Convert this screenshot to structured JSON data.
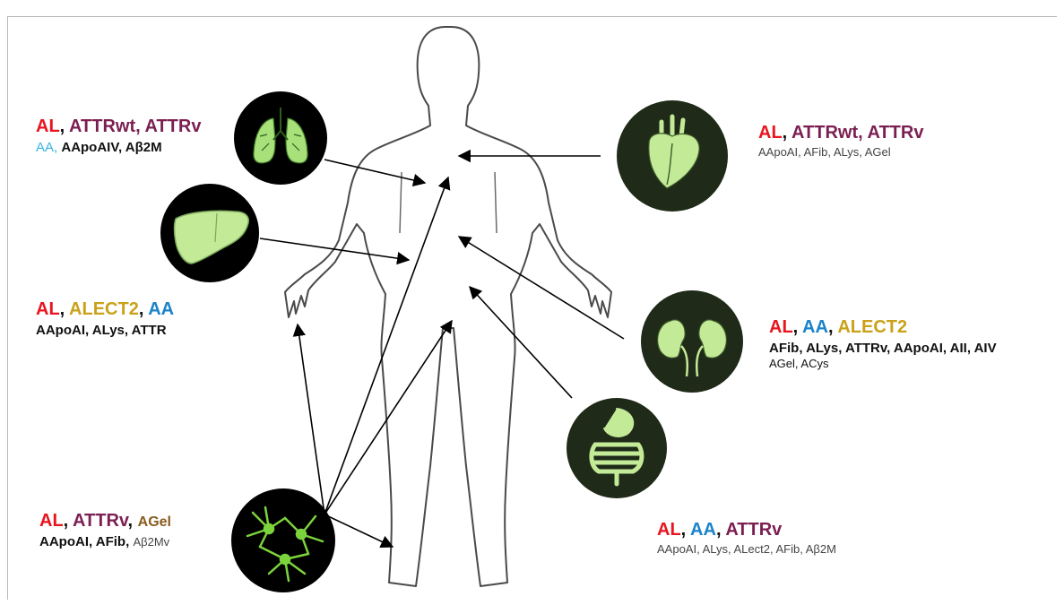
{
  "colors": {
    "AL": "#e8141f",
    "ATTR": "#7b1f52",
    "AA": "#1a83c9",
    "AA_lung": "#36b3e0",
    "ALECT2": "#c9a21a",
    "AGel": "#8a5a1e",
    "organ_fill": "#c3ea97",
    "circle_bg": "#000000"
  },
  "organs": {
    "lungs": {
      "icon": "lungs-icon",
      "line1": [
        {
          "text": "AL",
          "color": "red"
        },
        {
          "text": ", ",
          "color": "black"
        },
        {
          "text": "ATTRwt",
          "color": "purple"
        },
        {
          "text": ", ",
          "color": "purple"
        },
        {
          "text": "ATTRv",
          "color": "purple"
        }
      ],
      "line2": [
        {
          "text": "AA, ",
          "color": "cyan"
        },
        {
          "text": "AApoAIV, Aβ2M",
          "color": "black"
        }
      ]
    },
    "liver": {
      "icon": "liver-icon",
      "line1": [
        {
          "text": "AL",
          "color": "red"
        },
        {
          "text": ", ",
          "color": "black"
        },
        {
          "text": "ALECT2",
          "color": "gold"
        },
        {
          "text": ", ",
          "color": "black"
        },
        {
          "text": "AA",
          "color": "blue"
        }
      ],
      "line2": [
        {
          "text": "AApoAI, ALys, ATTR",
          "color": "black"
        }
      ]
    },
    "heart": {
      "icon": "heart-icon",
      "line1": [
        {
          "text": "AL",
          "color": "red"
        },
        {
          "text": ", ",
          "color": "black"
        },
        {
          "text": "ATTRwt",
          "color": "purple"
        },
        {
          "text": ", ",
          "color": "purple"
        },
        {
          "text": "ATTRv",
          "color": "purple"
        }
      ],
      "line2": [
        {
          "text": "AApoAI, AFib, ALys, AGel",
          "color": "dark"
        }
      ]
    },
    "kidneys": {
      "icon": "kidneys-icon",
      "line1": [
        {
          "text": "AL",
          "color": "red"
        },
        {
          "text": ", ",
          "color": "black"
        },
        {
          "text": "AA",
          "color": "blue"
        },
        {
          "text": ", ",
          "color": "black"
        },
        {
          "text": "ALECT2",
          "color": "gold"
        }
      ],
      "line2": [
        {
          "text": "AFib, ALys, ATTRv, AApoAI, AII, AIV",
          "color": "black"
        }
      ],
      "line3": [
        {
          "text": "AGel, ACys",
          "color": "black"
        }
      ]
    },
    "gut": {
      "icon": "stomach-intestine-icon",
      "line1": [
        {
          "text": "AL",
          "color": "red"
        },
        {
          "text": ", ",
          "color": "black"
        },
        {
          "text": "AA",
          "color": "blue"
        },
        {
          "text": ", ",
          "color": "black"
        },
        {
          "text": "ATTRv",
          "color": "purple"
        }
      ],
      "line2": [
        {
          "text": "AApoAI, ALys, ALect2, AFib, Aβ2M",
          "color": "dark"
        }
      ]
    },
    "nerves": {
      "icon": "neurons-icon",
      "line1": [
        {
          "text": "AL",
          "color": "red"
        },
        {
          "text": ", ",
          "color": "black"
        },
        {
          "text": "ATTRv",
          "color": "purple"
        },
        {
          "text": ", ",
          "color": "black"
        },
        {
          "text": "AGel",
          "color": "brown"
        }
      ],
      "line2": [
        {
          "text": "AApoAI, AFib, ",
          "color": "black"
        },
        {
          "text": "Aβ2Mv",
          "color": "dark"
        }
      ]
    }
  }
}
